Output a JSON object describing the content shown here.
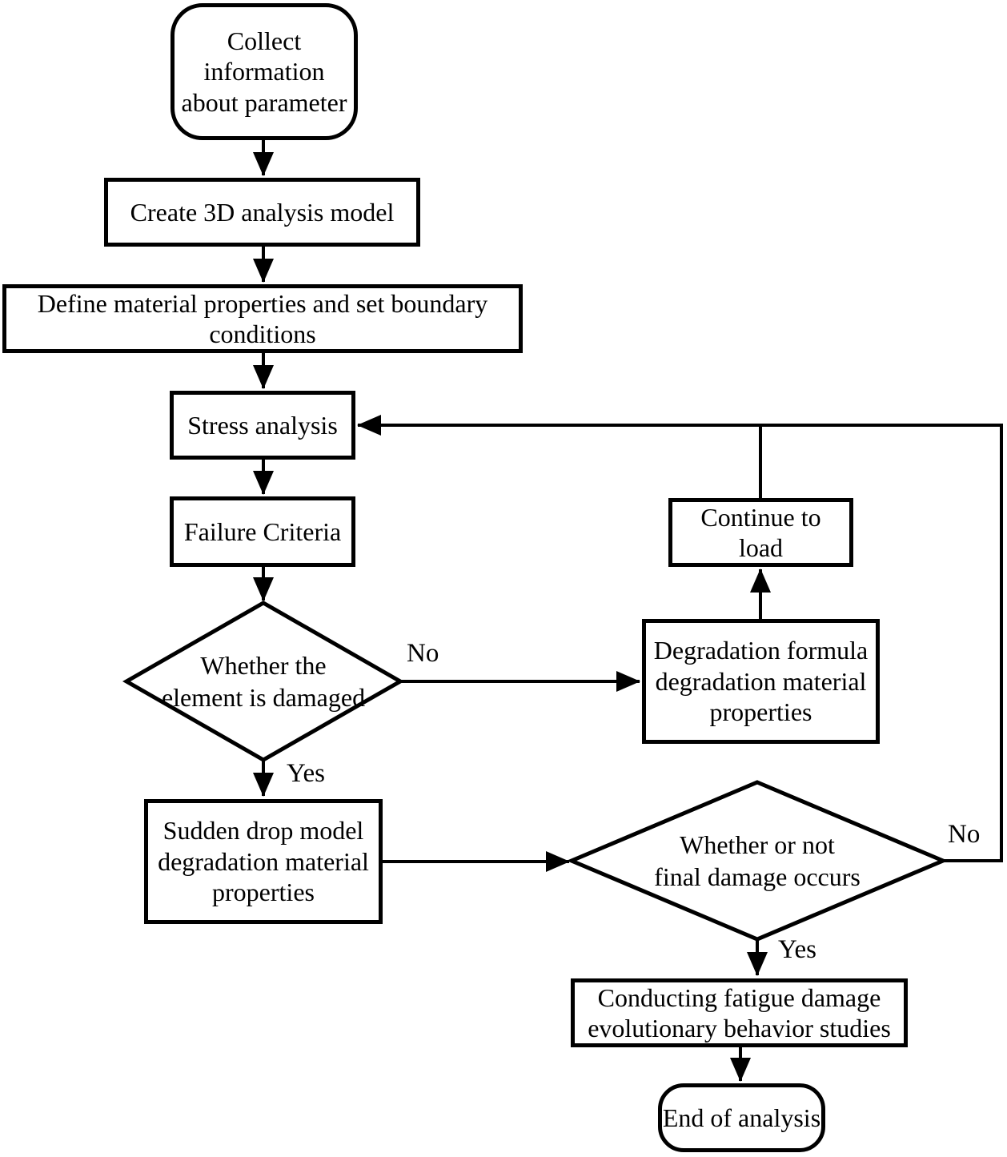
{
  "diagram": {
    "title": "Fatigue damage analysis flowchart",
    "background_color": "#ffffff",
    "stroke_color": "#000000",
    "nodes": {
      "collect": {
        "type": "terminator",
        "lines": [
          "Collect",
          "information",
          "about parameter"
        ]
      },
      "create": {
        "type": "process",
        "lines": [
          "Create 3D analysis model"
        ]
      },
      "define": {
        "type": "process",
        "lines": [
          "Define material properties and set boundary",
          "conditions"
        ]
      },
      "stress": {
        "type": "process",
        "lines": [
          "Stress analysis"
        ]
      },
      "failure": {
        "type": "process",
        "lines": [
          "Failure Criteria"
        ]
      },
      "damaged_decision": {
        "type": "decision",
        "lines": [
          "Whether the",
          "element is damaged"
        ]
      },
      "degradation": {
        "type": "process",
        "lines": [
          "Degradation formula",
          "degradation material",
          "properties"
        ]
      },
      "continue_load": {
        "type": "process",
        "lines": [
          "Continue to",
          "load"
        ]
      },
      "sudden_drop": {
        "type": "process",
        "lines": [
          "Sudden drop model",
          "degradation material",
          "properties"
        ]
      },
      "final_damage_decision": {
        "type": "decision",
        "lines": [
          "Whether or not",
          "final damage occurs"
        ]
      },
      "conducting": {
        "type": "process",
        "lines": [
          "Conducting fatigue damage",
          "evolutionary behavior studies"
        ]
      },
      "end": {
        "type": "terminator",
        "lines": [
          "End of analysis"
        ]
      }
    },
    "edge_labels": {
      "damaged_no": "No",
      "damaged_yes": "Yes",
      "final_no": "No",
      "final_yes": "Yes"
    }
  }
}
